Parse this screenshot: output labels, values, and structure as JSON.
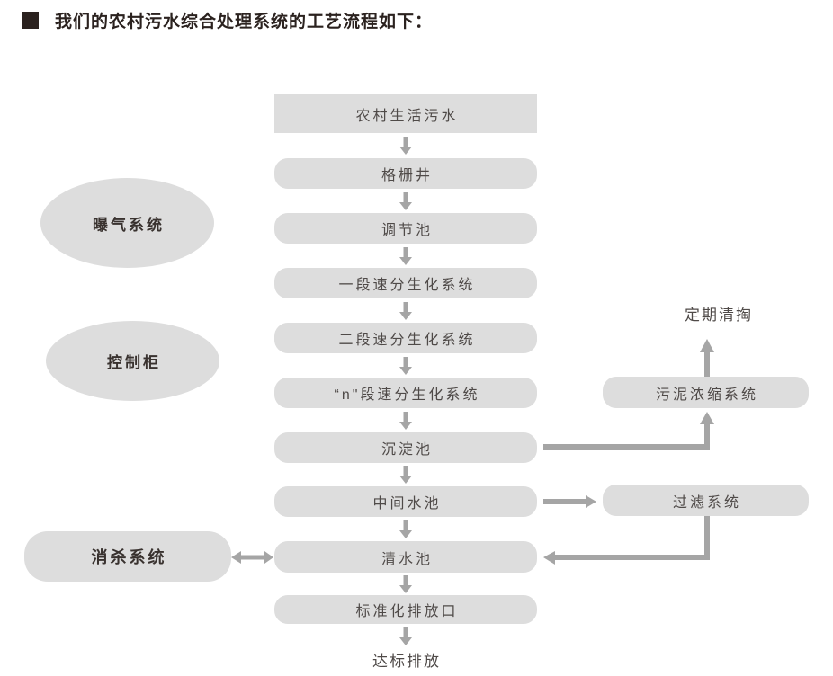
{
  "title": {
    "text": "我们的农村污水综合处理系统的工艺流程如下："
  },
  "flow": {
    "steps": [
      {
        "label": "农村生活污水"
      },
      {
        "label": "格栅井"
      },
      {
        "label": "调节池"
      },
      {
        "label": "一段速分生化系统"
      },
      {
        "label": "二段速分生化系统"
      },
      {
        "label": "“n\"段速分生化系统"
      },
      {
        "label": "沉淀池"
      },
      {
        "label": "中间水池"
      },
      {
        "label": "清水池"
      },
      {
        "label": "标准化排放口"
      }
    ],
    "outcome": "达标排放"
  },
  "aux_left": {
    "aeration_system": "曝气系统",
    "control_cabinet": "控制柜",
    "disinfection_system": "消杀系统"
  },
  "aux_right": {
    "periodic_cleanout": "定期清掏",
    "sludge_thickening_system": "污泥浓缩系统",
    "filtration_system": "过滤系统"
  },
  "colors": {
    "box_fill": "#dddddd",
    "arrow": "#a5a5a5",
    "box_text": "#4f4a48",
    "title_text": "#2b221f"
  }
}
